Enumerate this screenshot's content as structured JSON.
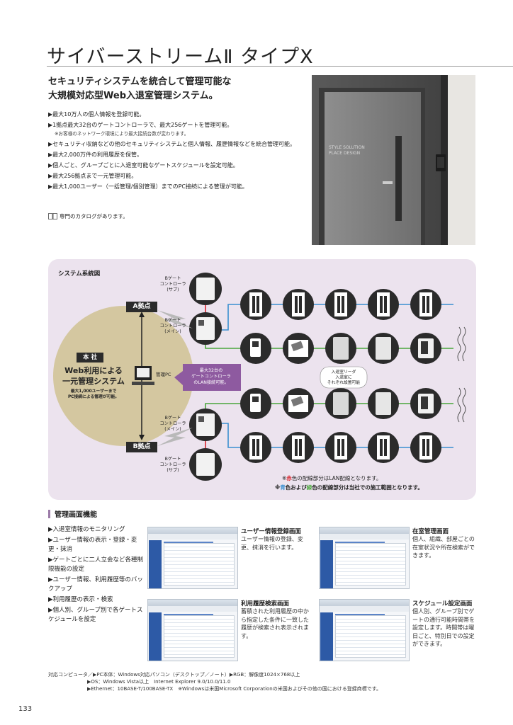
{
  "header": {
    "title": "サイバーストリームⅡ タイプX"
  },
  "lead": {
    "line1": "セキュリティシステムを統合して管理可能な",
    "line2": "大規模対応型Web入退室管理システム。"
  },
  "features": [
    {
      "text": "▶最大10万人の個人情報を登録可能。"
    },
    {
      "text": "▶1拠点最大32台のゲートコントローラで、最大256ゲートを管理可能。",
      "note": "※お客様のネットワーク環境により最大接続台数が変わります。"
    },
    {
      "text": "▶セキュリティ収納などの他のセキュリティシステムと個人情報、履歴情報などを統合管理可能。"
    },
    {
      "text": "▶最大2,000万件の利用履歴を保管。"
    },
    {
      "text": "▶個人ごと、グループごとに入退室可能なゲートスケジュールを設定可能。"
    },
    {
      "text": "▶最大256拠点まで一元管理可能。"
    },
    {
      "text": "▶最大1,000ユーザー（一括管理/個別管理）までのPC接続による管理が可能。"
    }
  ],
  "catalog_note": "専門のカタログがあります。",
  "photo": {
    "door_text1": "STYLE SOLUTION",
    "door_text2": "PLACE DESIGN"
  },
  "diagram": {
    "title": "システム系統図",
    "site_a": "A拠点",
    "site_b": "B拠点",
    "hq_label": "本 社",
    "hq_main1": "Web利用による",
    "hq_main2": "一元管理システム",
    "hq_sub1": "最大1,000ユーザーまで",
    "hq_sub2": "PC接続による管理が可能。",
    "pc_label": "管理PC",
    "callout1": "最大32台の",
    "callout2": "ゲートコントローラ",
    "callout3": "のLAN接続可能。",
    "gc_sub_a": [
      "Bゲート",
      "コントローラ",
      "(サブ)"
    ],
    "gc_main_a": [
      "Bゲート",
      "コントローラ",
      "(メイン)"
    ],
    "gc_main_b": [
      "Bゲート",
      "コントローラ",
      "(メイン)"
    ],
    "gc_sub_b": [
      "Bゲート",
      "コントローラ",
      "(サブ)"
    ],
    "reader_note": [
      "入退室リーダ",
      "入退室に",
      "それぞれ設置可能"
    ],
    "legend1_pre": "※",
    "legend1_red": "赤",
    "legend1_post": "色の配線部分はLAN配線となります。",
    "legend2_pre": "※",
    "legend2_blue": "青",
    "legend2_mid": "色および",
    "legend2_green": "緑",
    "legend2_post": "色の配線部分は当社での施工範囲となります。",
    "colors": {
      "lan": "#d7262e",
      "blue": "#3a8fd1",
      "green": "#4aa63c",
      "node": "#2b2b2b"
    }
  },
  "management": {
    "heading": "管理画面機能",
    "items": [
      "▶入退室情報のモニタリング",
      "▶ユーザー情報の表示・登録・変更・抹消",
      "▶ゲートごとに二人立会など各種制限機能の設定",
      "▶ユーザー情報、利用履歴等のバックアップ",
      "▶利用履歴の表示・検索",
      "▶個人別、グループ別で各ゲートスケジュールを設定"
    ],
    "screens": [
      {
        "title": "ユーザー情報登録画面",
        "desc": "ユーザー情報の登録、変更、抹消を行います。"
      },
      {
        "title": "在室管理画面",
        "desc": "個人、組織、部屋ごとの在室状況や所在検索ができます。"
      },
      {
        "title": "利用履歴検索画面",
        "desc": "蓄積された利用履歴の中から指定した条件に一致した履歴が検索され表示されます。"
      },
      {
        "title": "スケジュール設定画面",
        "desc": "個人別、グループ別でゲートの通行可能時間帯を設定します。時間帯は曜日ごと、特別日での設定ができます。"
      }
    ]
  },
  "specs": {
    "label": "対応コンピュータ／",
    "line1": "▶PC本体：Windows対応パソコン（デスクトップ／ノート）▶RGB：解像度1024×768以上",
    "line2": "▶OS：Windows Vista以上　Internet Explorer 9.0/10.0/11.0",
    "line3": "▶Ethernet：10BASE-T/100BASE-TX　※Windowsは米国Microsoft Corporationの米国およびその他の国における登録商標です。"
  },
  "page_number": "133"
}
